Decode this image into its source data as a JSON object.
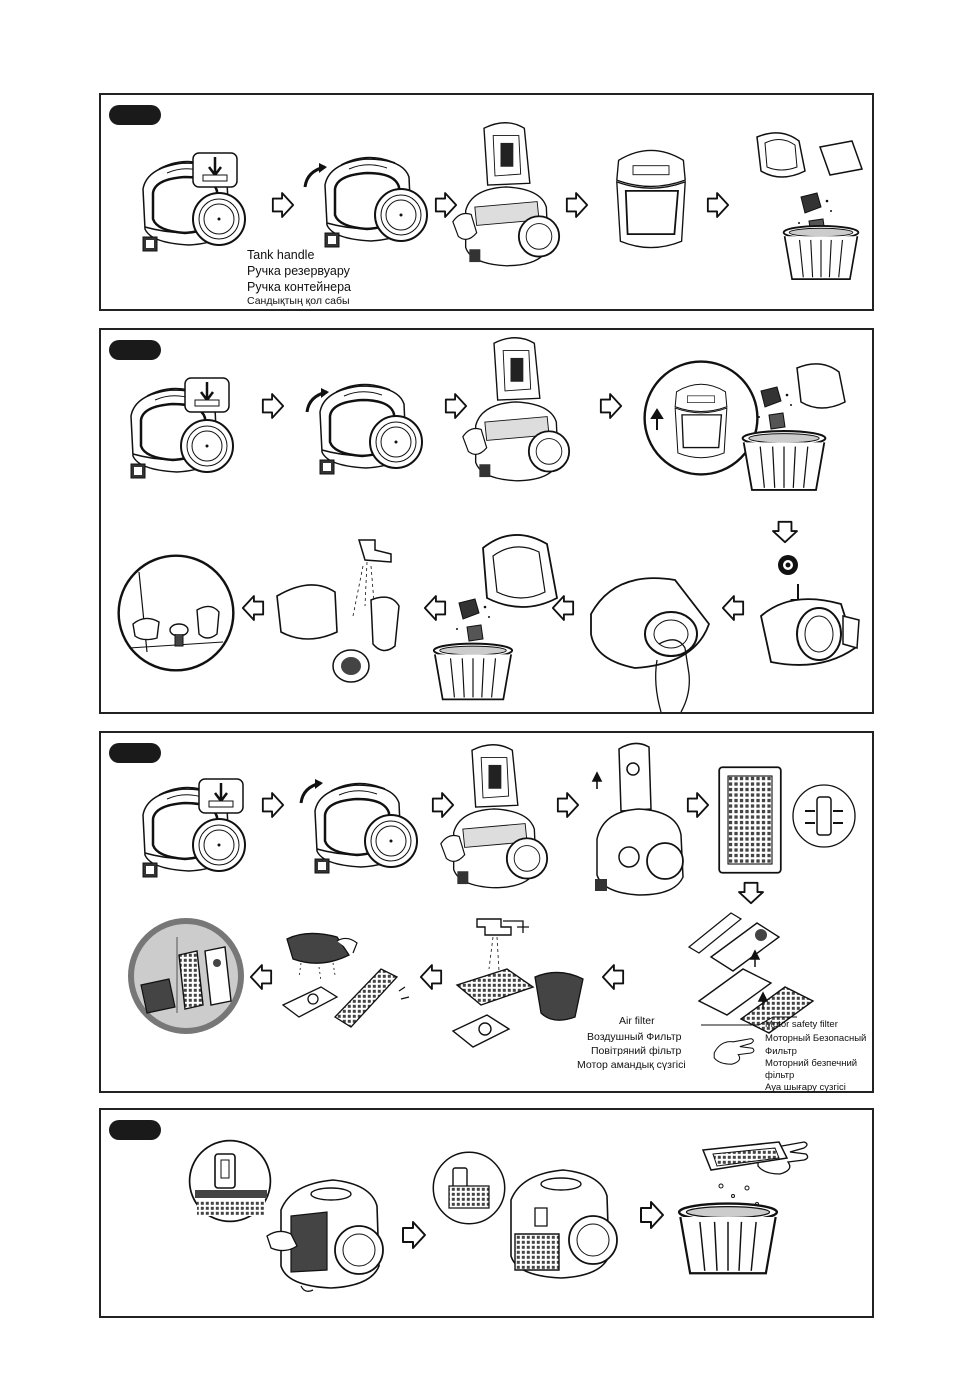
{
  "panel1": {
    "caption": [
      "Tank handle",
      "Ручка резервуару",
      "Ручка контейнера",
      "Сандықтың қол сабы"
    ]
  },
  "panel3": {
    "air_filter": [
      "Air filter",
      "Воздушный Фильтр",
      "Повітряний фільтр",
      "Мотор амандық сүзгісі"
    ],
    "motor_filter": [
      "Motor safety filter",
      "Моторный Безопасный",
      "Фильтр",
      "Моторний безпечний",
      "фільтр",
      "Ауа шығару сүзгісі"
    ]
  }
}
